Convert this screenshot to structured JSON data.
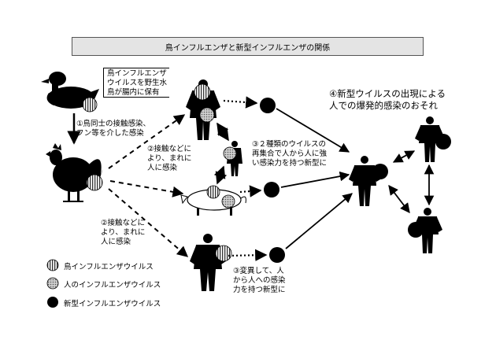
{
  "title": "鳥インフルエンザと新型インフルエンザの関係",
  "labels": {
    "duck_note": "鳥インフルエンザ\nウイルスを野生水\n鳥が腸内に保有",
    "bird_to_bird": "①鳥同士の接触感染、\nフン等を介した感染",
    "contact_upper": "②接触などに\nより、まれに\n人に感染",
    "contact_lower": "②接触などに\nより、まれに\n人に感染",
    "reassortment": "③２種類のウイルスの\n再集合で人から人に強\nい感染力を持つ新型に",
    "mutation": "③変異して、人\nから人への感染\n力を持つ新型に",
    "pandemic": "④新型ウイルスの出現による\n人での爆発的感染のおそれ"
  },
  "legend": [
    {
      "key": "avian",
      "label": "鳥インフルエンザウイルス"
    },
    {
      "key": "human",
      "label": "人のインフルエンザウイルス"
    },
    {
      "key": "novel",
      "label": "新型インフルエンザウイルス"
    }
  ],
  "colors": {
    "background": "#ffffff",
    "ink": "#000000",
    "title_box": "#e4e4e4"
  }
}
